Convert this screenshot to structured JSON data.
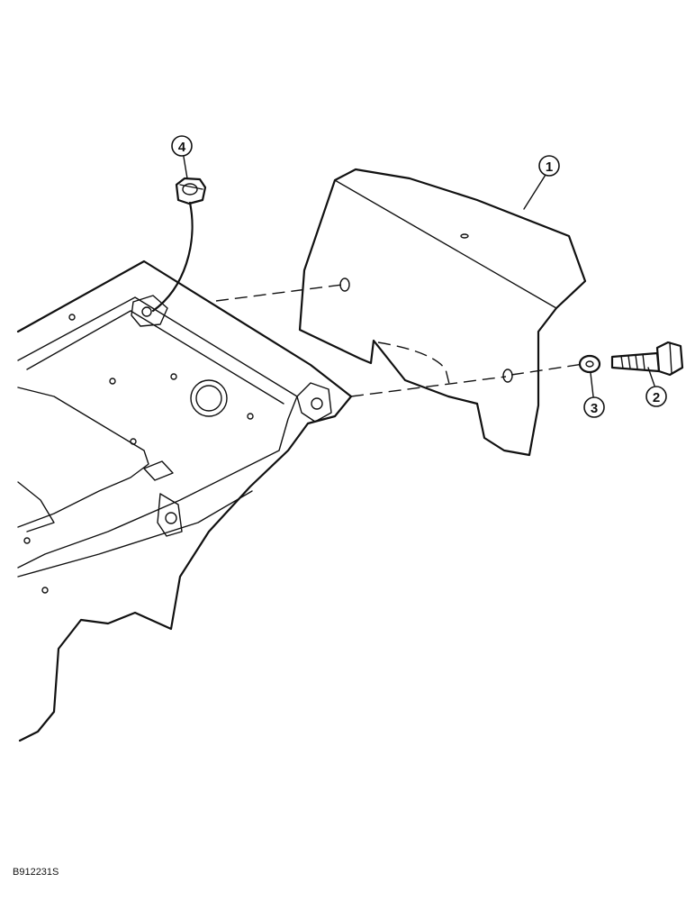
{
  "callouts": [
    {
      "id": "1",
      "part": "shield"
    },
    {
      "id": "2",
      "part": "bolt"
    },
    {
      "id": "3",
      "part": "washer"
    },
    {
      "id": "4",
      "part": "nut"
    }
  ],
  "figure_code": "B912231S"
}
